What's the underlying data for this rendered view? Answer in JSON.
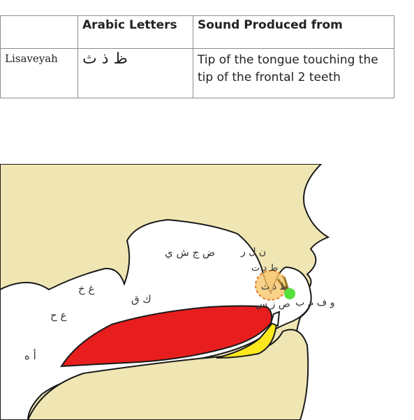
{
  "table": {
    "headers": [
      "",
      "Arabic Letters",
      "Sound Produced from"
    ],
    "row": {
      "name": "Lisaveyah",
      "letters": "ظ ذ ث",
      "description": "Tip of the tongue touching the tip of the frontal 2 teeth"
    }
  },
  "diagram": {
    "labels": {
      "throat_deep": "أ ه",
      "throat_mid": "ع ح",
      "throat_upper": "غ خ",
      "back_tongue": "ك ق",
      "middle_tongue": "ض ج ش ي",
      "tip_nun_lam_ra": "ن ل ر",
      "tip_ta_dal": "ط د ت",
      "highlighted_letters": "ظ ذ ث",
      "whistling": "ص ز س",
      "lips": "و ف م ب"
    },
    "colors": {
      "face": "#f0e6b3",
      "tongue": "#e81e1e",
      "under_tongue": "#fde81e",
      "highlight_circle": "#f7c56b",
      "highlight_border": "#e07a2a",
      "contact_point": "#55e03c",
      "arrow": "#9c7a1e"
    }
  }
}
